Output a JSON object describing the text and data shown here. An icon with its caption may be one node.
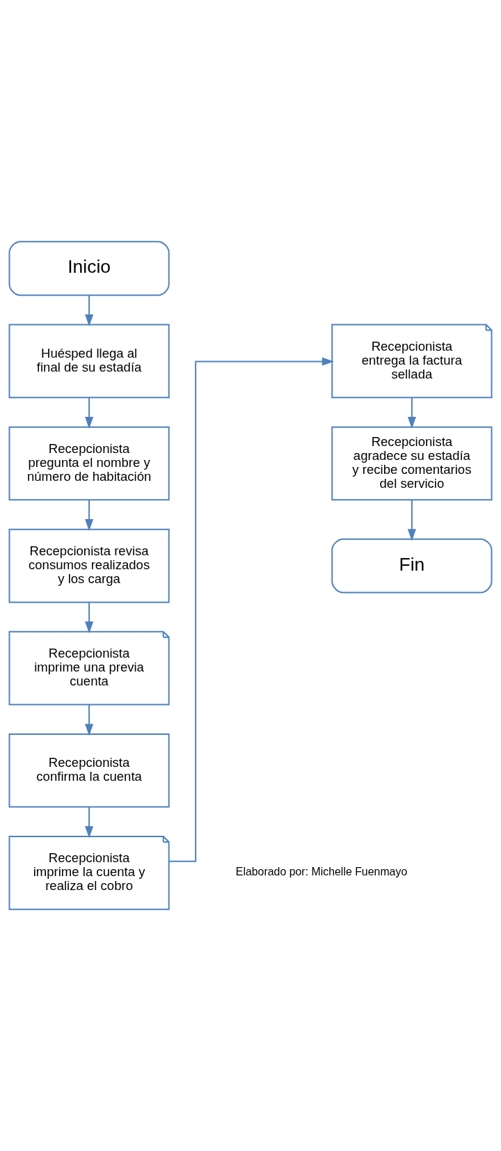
{
  "diagram": {
    "nodes": [
      {
        "text": [
          "Inicio"
        ]
      },
      {
        "text": [
          "Huésped llega al final de su estadía"
        ]
      },
      {
        "text": [
          "Recepcionista pregunta el nombre y número de habitación"
        ]
      },
      {
        "text": [
          "Recepcionista revisa consumos realizados y los carga"
        ]
      },
      {
        "text": [
          "Recepcionista imprime una previa cuenta"
        ]
      },
      {
        "text": [
          "Recepcionista confirma la cuenta"
        ]
      },
      {
        "text": [
          "Recepcionista imprime la cuenta y realiza el cobro"
        ]
      },
      {
        "text": [
          "Recepcionista entrega la factura sellada"
        ]
      },
      {
        "text": [
          "Recepcionista agradece su estadía y recibe comentarios del servicio"
        ]
      },
      {
        "text": [
          "Fin"
        ]
      }
    ],
    "edges": [
      {
        "from": 0,
        "to": 1,
        "arrow": "to"
      },
      {
        "from": 1,
        "to": 2,
        "arrow": "to"
      },
      {
        "from": 2,
        "to": 3,
        "arrow": "to"
      },
      {
        "from": 3,
        "to": 4,
        "arrow": "to"
      },
      {
        "from": 4,
        "to": 5,
        "arrow": "to"
      },
      {
        "from": 5,
        "to": 6,
        "arrow": "to"
      },
      {
        "from": 6,
        "to": 7,
        "arrow": "to"
      },
      {
        "from": 7,
        "to": 8,
        "arrow": "to"
      },
      {
        "from": 8,
        "to": 9,
        "arrow": "to"
      }
    ],
    "labels": [
      "Elaborado por: Michelle Fuenmayo"
    ]
  }
}
